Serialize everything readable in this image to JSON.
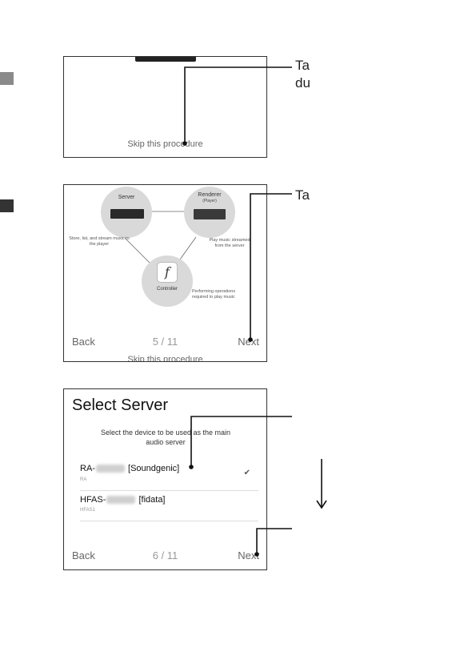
{
  "page": {
    "annotation_1": [
      "Ta",
      "du"
    ],
    "annotation_2": "Ta"
  },
  "screen1": {
    "skip_label": "Skip this procedure"
  },
  "screen2": {
    "server_label": "Server",
    "renderer_label": "Renderer",
    "renderer_sub": "(Player)",
    "controller_label": "Controller",
    "controller_glyph": "f",
    "server_desc": "Store, list, and stream music to the player",
    "renderer_desc": "Play music streamed from the server",
    "controller_desc": "Performing operations required to play music",
    "back_label": "Back",
    "page_indicator": "5 / 11",
    "next_label": "Next",
    "skip_label": "Skip this procedure"
  },
  "screen3": {
    "title": "Select Server",
    "instruction": "Select the device to be used as the main audio server",
    "servers": [
      {
        "name_prefix": "RA-",
        "name_suffix": "[Soundgenic]",
        "model": "RA",
        "selected": true
      },
      {
        "name_prefix": "HFAS-",
        "name_suffix": "[fidata]",
        "model": "HFAS1",
        "selected": false
      }
    ],
    "back_label": "Back",
    "page_indicator": "6 / 11",
    "next_label": "Next"
  },
  "colors": {
    "tab_light": "#8a8a8a",
    "tab_dark": "#333333",
    "frame": "#333333"
  }
}
